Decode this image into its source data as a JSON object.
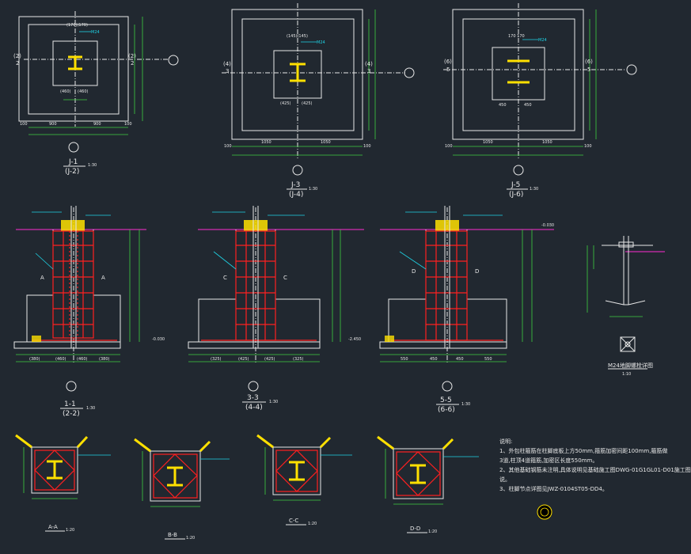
{
  "plans": [
    {
      "title": "J-1",
      "sub": "(J-2)",
      "scale": "1:30",
      "axis": "(2)",
      "axis_num": "2",
      "col_dim": "(170)(170)",
      "sub_dims": [
        "(460)",
        "(460)"
      ],
      "base_dims": [
        "100",
        "900",
        "900",
        "100"
      ]
    },
    {
      "title": "J-3",
      "sub": "(J-4)",
      "scale": "1:30",
      "axis": "(4)",
      "axis_num": "3",
      "col_dim": "(145)(145)",
      "sub_dims": [
        "(425)",
        "(425)"
      ],
      "base_dims": [
        "100",
        "1050",
        "1050",
        "100"
      ]
    },
    {
      "title": "J-5",
      "sub": "(J-6)",
      "scale": "1:30",
      "axis": "(6)",
      "axis_num": "5",
      "col_dim": "170 170",
      "sub_dims": [
        "450",
        "450"
      ],
      "base_dims": [
        "100",
        "1050",
        "1050",
        "100"
      ]
    }
  ],
  "sections": [
    {
      "title": "1-1",
      "sub": "(2-2)",
      "scale": "1:30",
      "marks": [
        "A",
        "A"
      ],
      "elev": "-0.030",
      "dims": [
        "(380)",
        "(460)",
        "(460)",
        "(380)"
      ]
    },
    {
      "title": "3-3",
      "sub": "(4-4)",
      "scale": "1:30",
      "marks": [
        "C",
        "C"
      ],
      "elev": "-2.450",
      "dims": [
        "(325)",
        "(425)",
        "(425)",
        "(325)"
      ]
    },
    {
      "title": "5-5",
      "sub": "(6-6)",
      "scale": "1:30",
      "marks": [
        "D",
        "D"
      ],
      "elev": "-0.030",
      "dims": [
        "550",
        "450",
        "450",
        "550"
      ]
    }
  ],
  "anchor": {
    "title": "M24地脚螺栓详图",
    "scale": "1:10"
  },
  "col_sections": [
    {
      "title": "A-A",
      "scale": "1:20"
    },
    {
      "title": "B-B",
      "scale": "1:20"
    },
    {
      "title": "C-C",
      "scale": "1:20"
    },
    {
      "title": "D-D",
      "scale": "1:20"
    }
  ],
  "notes": {
    "heading": "说明:",
    "lines": [
      "1、外包柱箍筋在柱脚底板上方50mm,箍筋加密间距100mm,箍筋做",
      "   3道,柱顶4道箍筋,加密区长度550mm。",
      "2、其他基础钢筋未注明,具体说明见基础施工图DWG-01G1GL01-D01施工图",
      "   说。",
      "3、柱脚节点详图见JWZ-0104ST05-DD4。"
    ]
  },
  "colors": {
    "background": "#212830",
    "outline": "#e8e8e8",
    "dimension": "#3fcf3f",
    "level": "#ff2bd2",
    "rebar": "#ff2020",
    "leader": "#1ed4e6",
    "steel": "#ffe000"
  }
}
